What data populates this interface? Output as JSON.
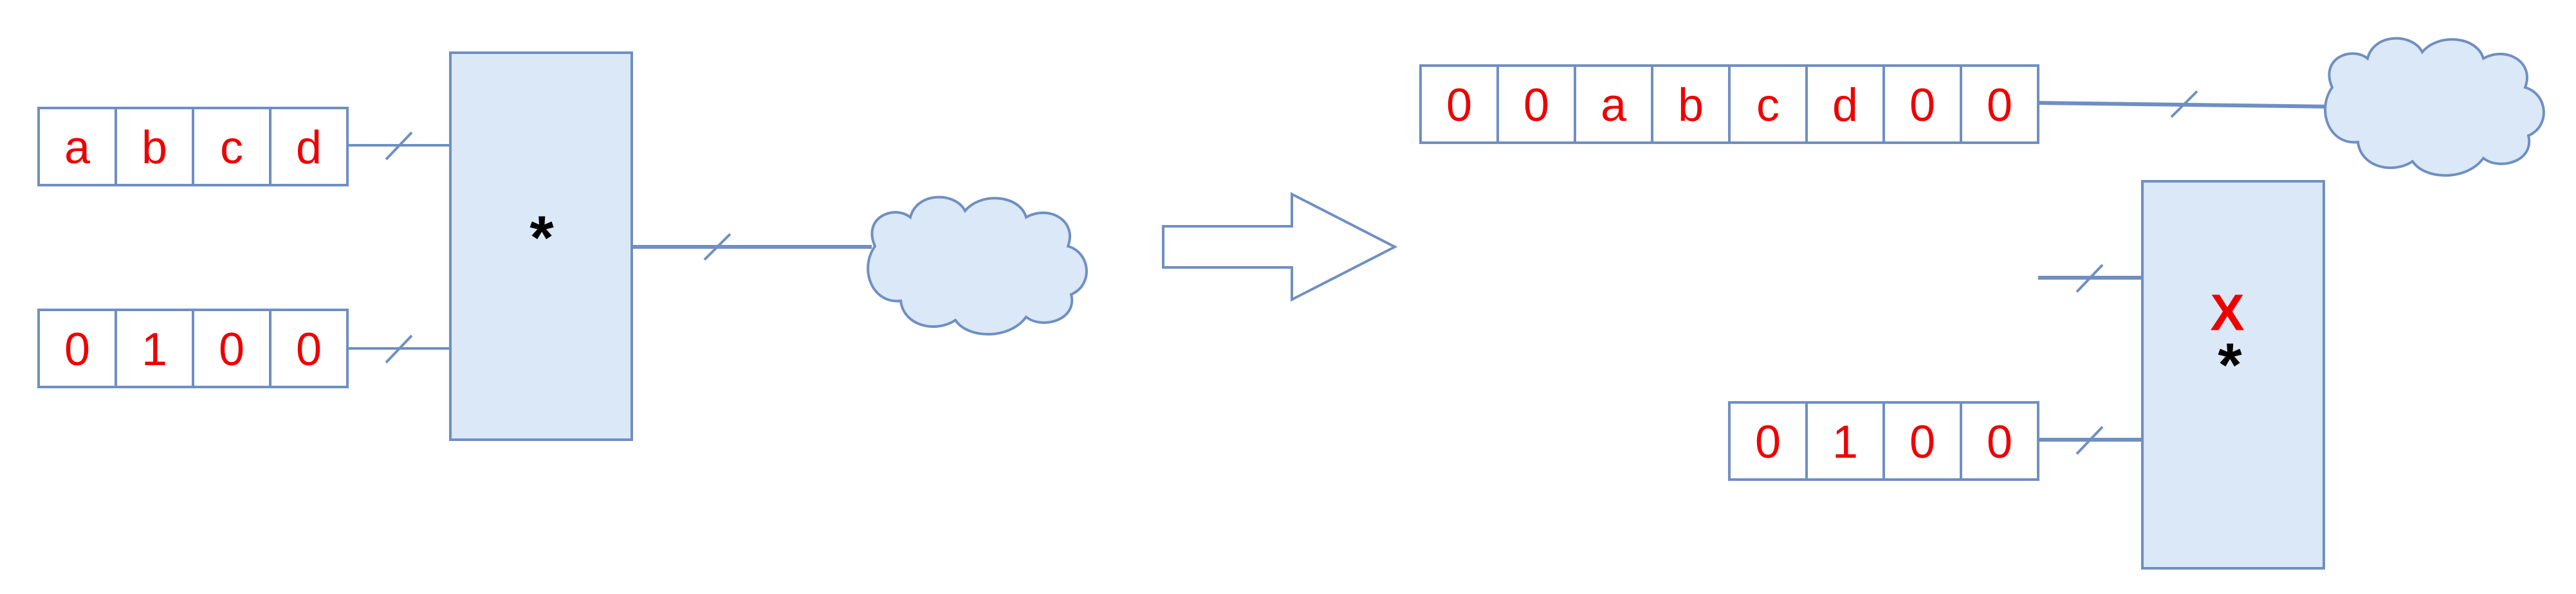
{
  "colors": {
    "cell_text": "#ee0000",
    "box_fill": "#dbe8f8",
    "stroke": "#6f8fc2",
    "operator": "#000000",
    "x_mark": "#ee0000",
    "arrow_stroke": "#6f8fc2",
    "cloud_fill": "#dbe8f8"
  },
  "left": {
    "top_register": [
      "a",
      "b",
      "c",
      "d"
    ],
    "bottom_register": [
      "0",
      "1",
      "0",
      "0"
    ],
    "operator": "*"
  },
  "right": {
    "top_register": [
      "0",
      "0",
      "a",
      "b",
      "c",
      "d",
      "0",
      "0"
    ],
    "bottom_register": [
      "0",
      "1",
      "0",
      "0"
    ],
    "x_mark": "X",
    "operator": "*"
  },
  "icons": {
    "transition": "block-arrow-right-icon",
    "output": "cloud-icon"
  }
}
